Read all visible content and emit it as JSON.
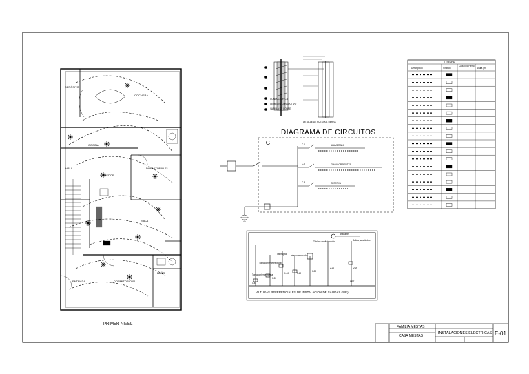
{
  "plan": {
    "title": "PRIMER NIVEL",
    "rooms": {
      "cochera": "COCHERA",
      "deposito": "DEPÓSITO",
      "cocina": "COCINA",
      "comedor": "COMEDOR",
      "dormitorio2": "DORMITORIO 02",
      "sala": "SALA",
      "dormitorio1": "DORMITORIO 01",
      "entrada": "ENTRADA",
      "bano": "BAÑO",
      "hall": "HALL"
    }
  },
  "detail": {
    "caption": "DETALLE DE PUESTA A TIERRA",
    "notes": [
      "CONDUCTOR Cu",
      "CEMENTO CONDUCTIVO",
      "VARILLA DE COBRE"
    ]
  },
  "diagram": {
    "title": "DIAGRAMA DE CIRCUITOS",
    "board": "TG",
    "circuits": [
      {
        "id": "C-1",
        "desc": "ALUMBRADO"
      },
      {
        "id": "C-2",
        "desc": "TOMACORRIENTES"
      },
      {
        "id": "C-3",
        "desc": "RESERVA"
      }
    ]
  },
  "heights": {
    "caption": "ALTURAS REFERENCIALES DE INSTALACION DE SALIDAS (S/E)",
    "items": [
      {
        "label": "Tomacorriente normal",
        "h": "0.40"
      },
      {
        "label": "Tomacorriente especial",
        "h": "1.20"
      },
      {
        "label": "Interruptor",
        "h": "1.40"
      },
      {
        "label": "Intercomunicador",
        "h": "1.40"
      },
      {
        "label": "Tablero de distribución",
        "h": "1.80"
      },
      {
        "label": "Braquete",
        "h": "2.20"
      },
      {
        "label": "Salida para timbre",
        "h": "2.20"
      }
    ],
    "npt": "NPT"
  },
  "legend": {
    "title": "LEYENDA",
    "headers": [
      "Descripción",
      "Símbolo",
      "Caja Tipo Fierro",
      "Altura (m)"
    ],
    "rows": 18
  },
  "titleblock": {
    "owner": "FAMILIA MESTAS",
    "project": "CASA MESTAS",
    "sheet_title": "INSTALACIONES ELÉCTRICAS",
    "sheet_no": "E-01"
  }
}
